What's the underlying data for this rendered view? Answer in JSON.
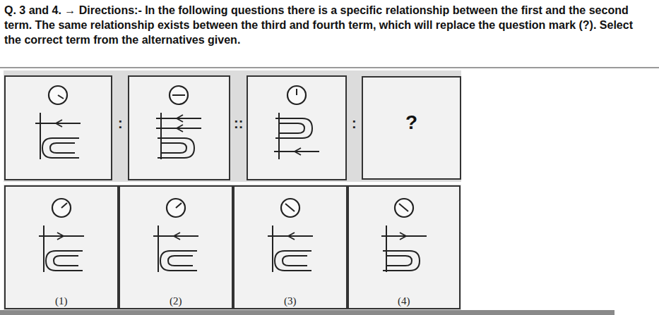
{
  "diagram": {
    "title": "Q. 3 and 4. → Directions:- In the following questions there is a specific relationship between the first and the second term. The same relationship exists between the third and fourth term, which will replace the question mark (?). Select the correct term from the alternatives given.",
    "nodes": [
      {
        "text": [
          "?"
        ]
      }
    ],
    "labels": [
      ":",
      "::",
      ":",
      "(1)",
      "(2)",
      "(3)",
      "(4)"
    ]
  }
}
